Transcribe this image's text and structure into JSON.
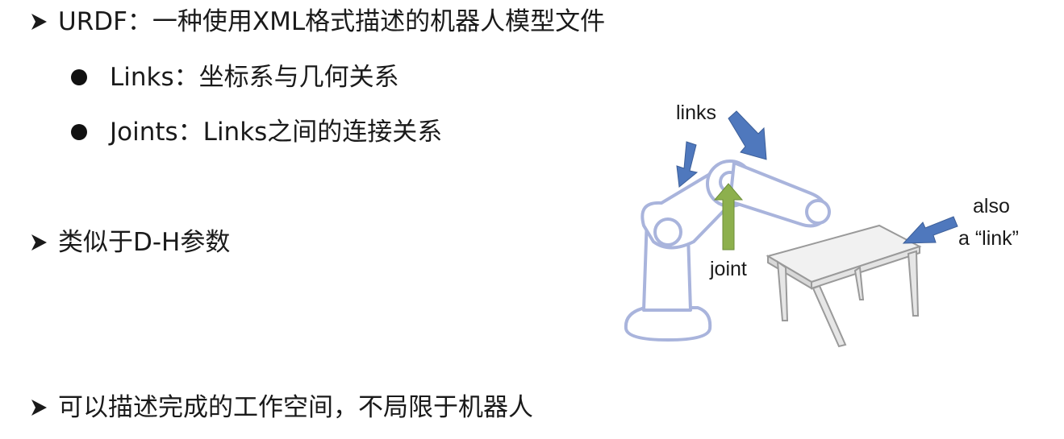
{
  "bullets": {
    "urdf": "URDF：一种使用XML格式描述的机器人模型文件",
    "links": "Links：坐标系与几何关系",
    "joints": "Joints：Links之间的连接关系",
    "dh": "类似于D-H参数",
    "workspace": "可以描述完成的工作空间，不局限于机器人"
  },
  "figure": {
    "label_links": "links",
    "label_joint": "joint",
    "label_also": "also",
    "label_a_link": "a “link”"
  },
  "colors": {
    "text": "#1a1a1a",
    "robot_outline": "#a9b4dc",
    "arrow_blue": "#4f78bd",
    "arrow_green": "#8db04d",
    "table_top": "#f1f1f1",
    "table_edge": "#9a9a9a"
  },
  "icons": {
    "top_bullet": "arrowhead-bullet-icon",
    "sub_bullet": "filled-circle-bullet-icon"
  }
}
